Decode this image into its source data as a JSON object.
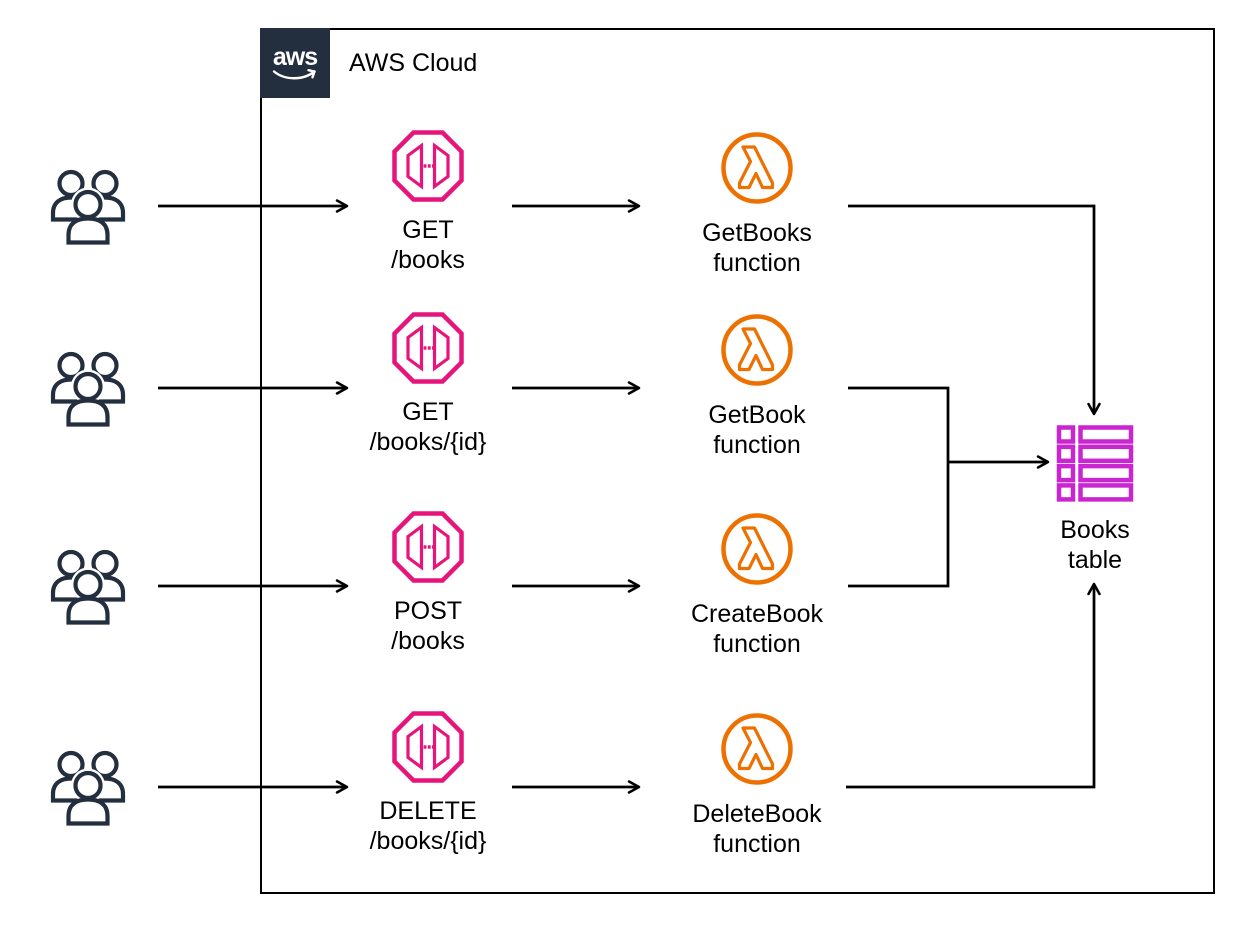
{
  "aws_cloud": {
    "logo_text": "aws",
    "label": "AWS Cloud"
  },
  "rows": [
    {
      "api": {
        "method": "GET",
        "path": "/books"
      },
      "function": {
        "name": "GetBooks",
        "suffix": "function"
      }
    },
    {
      "api": {
        "method": "GET",
        "path": "/books/{id}"
      },
      "function": {
        "name": "GetBook",
        "suffix": "function"
      }
    },
    {
      "api": {
        "method": "POST",
        "path": "/books"
      },
      "function": {
        "name": "CreateBook",
        "suffix": "function"
      }
    },
    {
      "api": {
        "method": "DELETE",
        "path": "/books/{id}"
      },
      "function": {
        "name": "DeleteBook",
        "suffix": "function"
      }
    }
  ],
  "database": {
    "name": "Books",
    "type_label": "table"
  },
  "icons": [
    "users-icon",
    "api-gateway-endpoint-icon",
    "lambda-function-icon",
    "dynamodb-table-icon",
    "aws-logo-smile-icon"
  ],
  "colors": {
    "api_gateway_pink": "#E7157B",
    "lambda_orange": "#ED7100",
    "dynamodb_table_purple": "#C925D1",
    "users_navy": "#232F3E",
    "aws_logo_dark": "#232F3E",
    "connector_black": "#000000"
  }
}
